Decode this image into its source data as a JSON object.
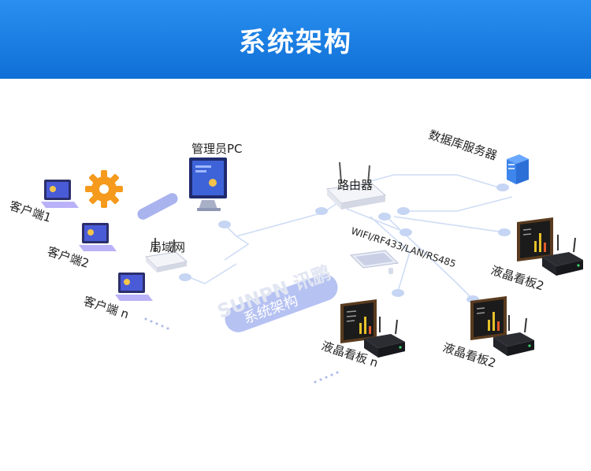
{
  "header": {
    "title": "系统架构"
  },
  "labels": {
    "client1": "客户端1",
    "client2": "客户端2",
    "clientn": "客户端 n",
    "admin_pc": "管理员PC",
    "lan": "局域网",
    "router": "路由器",
    "db_server": "数据库服务器",
    "protocols": "WIFI/RF433/LAN/RS485",
    "lcd_n": "液晶看板 n",
    "lcd_2a": "液晶看板2",
    "lcd_2b": "液晶看板2",
    "center_badge": "系统架构",
    "watermark": "SUNPN 讯鹏"
  },
  "colors": {
    "header_bg": "#1b7fe3",
    "line": "#c8d6f2",
    "node": "#c5d5f3",
    "badge": "#b6c2f2",
    "gear": "#f59a1c",
    "laptop": "#6a5cf0"
  }
}
